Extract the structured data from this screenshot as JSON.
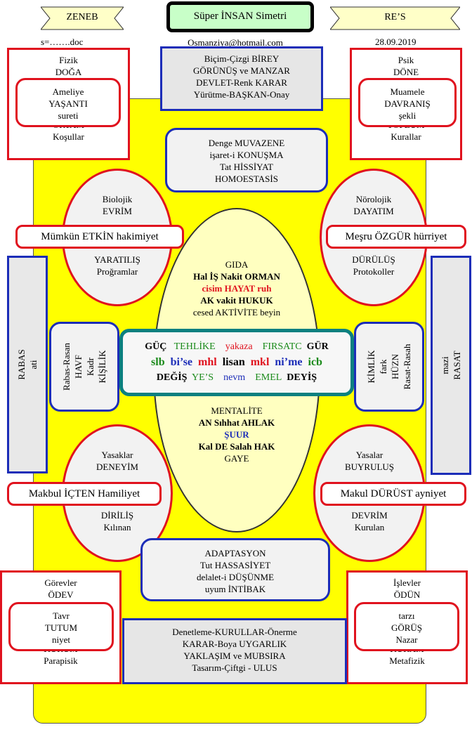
{
  "header": {
    "left_ribbon": "ZENEB",
    "title": "Süper İNSAN Simetri",
    "right_ribbon": "RE’S",
    "file": "s=…….doc",
    "email": "Osmanziya@hotmail.com",
    "date": "28.09.2019"
  },
  "top_center": [
    "Biçim-Çizgi  BİREY",
    "GÖRÜNÜŞ ve MANZAR",
    "DEVLET-Renk KARAR",
    "Yürütme-BAŞKAN-Onay"
  ],
  "top_left": {
    "outer_top": [
      "Fizik",
      "DOĞA"
    ],
    "inner": [
      "Ameliye",
      "YAŞANTI",
      "sureti"
    ],
    "outer_bottom": [
      "ORTAM",
      "Koşullar"
    ]
  },
  "top_right": {
    "outer_top": [
      "Psik",
      "DÖNE"
    ],
    "inner": [
      "Muamele",
      "DAVRANIŞ",
      "şekli"
    ],
    "outer_bottom": [
      "TOPLUM",
      "Kurallar"
    ]
  },
  "upper_center": [
    "Denge MUVAZENE",
    "işaret-i KONUŞMA",
    "Tat HİSSİYAT",
    "HOMOESTASİS"
  ],
  "oval_tl": {
    "top": [
      "Biolojik",
      "EVRİM"
    ],
    "bottom": [
      "YARATILIŞ",
      "Proğramlar"
    ]
  },
  "oval_tr": {
    "top": [
      "Nörolojik",
      "DAYATIM"
    ],
    "bottom": [
      "DÜRÜLÜŞ",
      "Protokoller"
    ]
  },
  "oval_bl": {
    "top": [
      "Yasaklar",
      "DENEYİM"
    ],
    "bottom": [
      "DİRİLİŞ",
      "Kılınan"
    ]
  },
  "oval_br": {
    "top": [
      "Yasalar",
      "BUYRULUŞ"
    ],
    "bottom": [
      "DEVRİM",
      "Kurulan"
    ]
  },
  "pills": {
    "tl": "Mümkün ETKİN hakimiyet",
    "tr": "Meşru ÖZGÜR hürriyet",
    "bl": "Makbul İÇTEN Hamiliyet",
    "br": "Makul DÜRÜST ayniyet"
  },
  "center_top": [
    "GIDA",
    "Hal İŞ Nakit ORMAN",
    "cisim HAYAT ruh",
    "AK vakit HUKUK",
    "cesed AKTİVİTE beyin"
  ],
  "center_row1": [
    "GÜÇ",
    "TEHLİKE",
    "yakaza",
    "FIRSATC",
    "GÜR"
  ],
  "center_row2": [
    "slb",
    "bi’se",
    "mhl",
    "lisan",
    "mkl",
    "ni’me",
    "icb"
  ],
  "center_row3": [
    "DEĞİŞ",
    "YE’S",
    "nevm",
    "EMEL",
    "DEYİŞ"
  ],
  "center_bottom": [
    "MENTALİTE",
    "AN Sıhhat AHLAK",
    "ŞUUR",
    "Kal DE Salah HAK",
    "GAYE"
  ],
  "side_left": [
    "RABAS",
    "ati"
  ],
  "side_right": [
    "mazi",
    "RASAT"
  ],
  "inner_left": [
    "Rabas-Rasan",
    "HAVF",
    "Kadr",
    "KİŞİLİK"
  ],
  "inner_right": [
    "KİMLİK",
    "fark",
    "HÜZN",
    "Rasat-Rasah"
  ],
  "lower_center": [
    "ADAPTASYON",
    "Tut HASSASİYET",
    "delalet-i DÜŞÜNME",
    "uyum İNTİBAK"
  ],
  "bottom_left": {
    "outer_top": [
      "Görevler",
      "ÖDEV"
    ],
    "inner": [
      "Tavr",
      "TUTUM",
      "niyet"
    ],
    "outer_bottom": [
      "KURUM",
      "Parapisik"
    ]
  },
  "bottom_right": {
    "outer_top": [
      "İşlevler",
      "ÖDÜN"
    ],
    "inner": [
      "tarzı",
      "GÖRÜŞ",
      "Nazar"
    ],
    "outer_bottom": [
      "KURAM",
      "Metafizik"
    ]
  },
  "bottom_center": [
    "Denetleme-KURULLAR-Önerme",
    "KARAR-Boya UYGARLIK",
    "YAKLAŞIM ve MUBSIRA",
    "Tasarım-Çiftgi - ULUS"
  ],
  "colors": {
    "yellow": "#ffff00",
    "red": "#e0121e",
    "blue": "#1c2db8",
    "teal": "#0c8080",
    "green": "#1a8a1a"
  }
}
